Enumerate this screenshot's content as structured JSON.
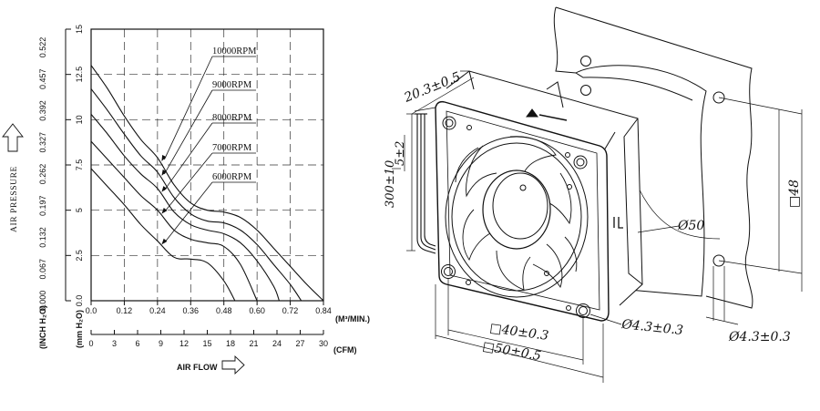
{
  "chart_data": {
    "type": "line",
    "x_m3min_ticks": [
      "0.0",
      "0.12",
      "0.24",
      "0.36",
      "0.48",
      "0.60",
      "0.72",
      "0.84"
    ],
    "x_m3min_unit": "(M³/MIN.)",
    "x_cfm_ticks": [
      "0",
      "3",
      "6",
      "9",
      "12",
      "15",
      "18",
      "21",
      "24",
      "27",
      "30"
    ],
    "x_cfm_unit": "(CFM)",
    "y_mmh2o_ticks": [
      "0.0",
      "2.5",
      "5",
      "7.5",
      "10",
      "12.5",
      "15"
    ],
    "y_mmh2o_unit": "(mm H₂O)",
    "y_inch_ticks": [
      "0.000",
      "0.067",
      "0.132",
      "0.197",
      "0.262",
      "0.327",
      "0.392",
      "0.457",
      "0.522"
    ],
    "y_inch_unit": "(INCH H₂O)",
    "xlabel": "AIR FLOW",
    "ylabel": "AIR PRESSURE",
    "xlim": [
      0,
      0.84
    ],
    "ylim": [
      0,
      15
    ],
    "grid": true,
    "series": [
      {
        "name": "10000RPM",
        "x": [
          0,
          0.06,
          0.12,
          0.18,
          0.24,
          0.3,
          0.36,
          0.42,
          0.48,
          0.54,
          0.6,
          0.66,
          0.72,
          0.78,
          0.84
        ],
        "y": [
          13.0,
          11.7,
          10.2,
          8.9,
          7.9,
          6.4,
          5.4,
          5.0,
          4.9,
          4.6,
          3.9,
          2.9,
          1.9,
          0.9,
          0.0
        ]
      },
      {
        "name": "9000RPM",
        "x": [
          0,
          0.06,
          0.12,
          0.18,
          0.24,
          0.3,
          0.36,
          0.42,
          0.48,
          0.54,
          0.6,
          0.66,
          0.72,
          0.76
        ],
        "y": [
          11.7,
          10.5,
          9.2,
          8.0,
          7.1,
          5.7,
          4.8,
          4.4,
          4.3,
          3.9,
          3.1,
          2.0,
          0.9,
          0.0
        ]
      },
      {
        "name": "8000RPM",
        "x": [
          0,
          0.06,
          0.12,
          0.18,
          0.24,
          0.3,
          0.36,
          0.42,
          0.48,
          0.54,
          0.6,
          0.66,
          0.68
        ],
        "y": [
          10.3,
          9.2,
          8.0,
          7.0,
          6.2,
          4.9,
          4.2,
          3.9,
          3.7,
          3.2,
          2.2,
          0.8,
          0.0
        ]
      },
      {
        "name": "7000RPM",
        "x": [
          0,
          0.06,
          0.12,
          0.18,
          0.24,
          0.3,
          0.36,
          0.42,
          0.48,
          0.54,
          0.6
        ],
        "y": [
          8.8,
          7.8,
          6.8,
          5.8,
          5.0,
          3.9,
          3.4,
          3.2,
          3.0,
          2.0,
          0.0
        ]
      },
      {
        "name": "6000RPM",
        "x": [
          0,
          0.06,
          0.12,
          0.18,
          0.24,
          0.3,
          0.36,
          0.42,
          0.48,
          0.52
        ],
        "y": [
          7.3,
          6.3,
          5.3,
          4.2,
          3.3,
          2.4,
          2.3,
          2.1,
          1.1,
          0.0
        ]
      }
    ]
  },
  "dimensions": {
    "depth": "20.3±0.5",
    "lead_length": "300±10",
    "strip_length": "5±2",
    "hole_spacing": "□40±0.3",
    "frame_size": "□50±0.5",
    "hole_dia_front": "Ø4.3±0.3",
    "mount_square": "□48",
    "mount_dia": "Ø50",
    "hole_dia_plate": "Ø4.3±0.3"
  }
}
